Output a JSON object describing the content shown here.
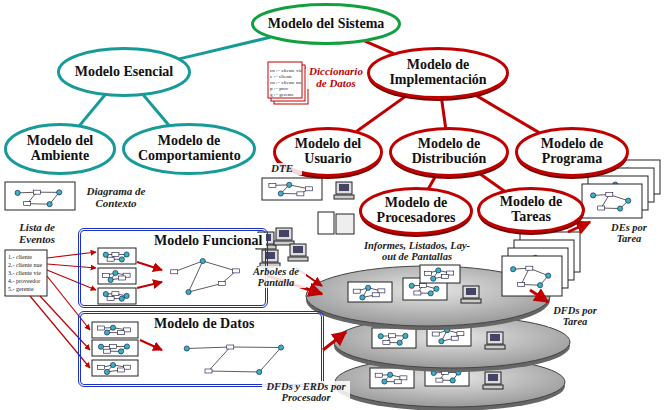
{
  "diagram": {
    "nodes": [
      {
        "text": [
          "Modelo del Sistema"
        ]
      },
      {
        "text": [
          "Modelo Esencial"
        ]
      },
      {
        "text": [
          "Modelo de Implementación"
        ]
      },
      {
        "text": [
          "Modelo del Ambiente"
        ]
      },
      {
        "text": [
          "Modelo de Comportamiento"
        ]
      },
      {
        "text": [
          "Modelo del Usuario"
        ]
      },
      {
        "text": [
          "Modelo de Distribución"
        ]
      },
      {
        "text": [
          "Modelo de Programa"
        ]
      },
      {
        "text": [
          "Modelo de Procesadores"
        ]
      },
      {
        "text": [
          "Modelo de Tareas"
        ]
      },
      {
        "text": [
          "Modelo Funcional"
        ]
      },
      {
        "text": [
          "Modelo de Datos"
        ]
      }
    ],
    "edges": [
      {
        "from": 0,
        "to": 1,
        "arrow": "none"
      },
      {
        "from": 0,
        "to": 2,
        "arrow": "none"
      },
      {
        "from": 1,
        "to": 3,
        "arrow": "none"
      },
      {
        "from": 1,
        "to": 4,
        "arrow": "none"
      },
      {
        "from": 2,
        "to": 5,
        "arrow": "none"
      },
      {
        "from": 2,
        "to": 6,
        "arrow": "none"
      },
      {
        "from": 2,
        "to": 7,
        "arrow": "none"
      },
      {
        "from": 6,
        "to": 8,
        "arrow": "none"
      },
      {
        "from": 6,
        "to": 9,
        "arrow": "none"
      }
    ],
    "labels": [
      "Diccionario de Datos",
      "cn := cliente vie",
      "c := cliente",
      "cn := cliente nu",
      "p := prov",
      "g := gerente",
      "Diagrama de Contexto",
      "Lista de Eventos",
      "1.- cliente",
      "2.- cliente nue",
      "3.- cliente vie",
      "4.- proveedor",
      "5.- gerente",
      "DTE",
      "Informes, Listados, Lay-out de Pantallas",
      "Árboles de Pantalla",
      "DFDs y ERDs por Procesador",
      "DFDs por Tarea",
      "DEs por Tarea"
    ]
  }
}
